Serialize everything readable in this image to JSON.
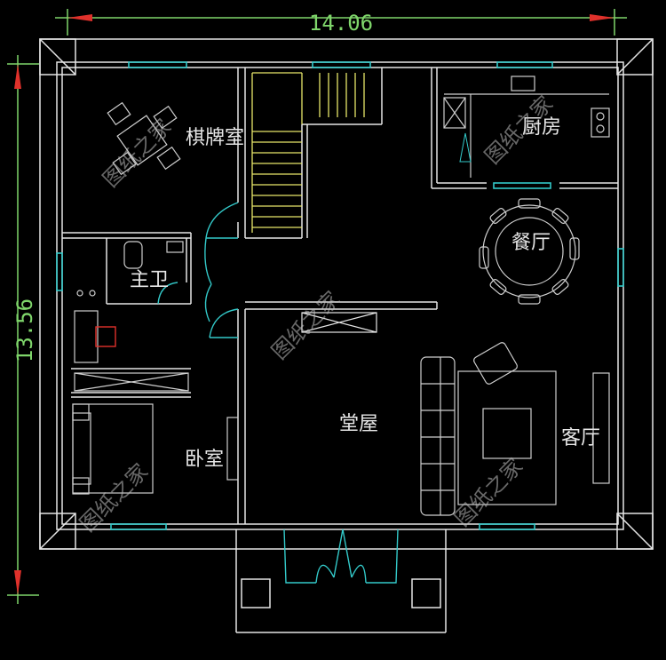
{
  "dimensions": {
    "width_label": "14.06",
    "height_label": "13.56"
  },
  "rooms": {
    "mahjong_room": "棋牌室",
    "kitchen": "厨房",
    "dining": "餐厅",
    "master_bath": "主卫",
    "hall": "堂屋",
    "bedroom": "卧室",
    "living_room": "客厅"
  },
  "watermark": "图纸之家",
  "colors": {
    "background": "#000000",
    "wall": "#e6e6e6",
    "dimension": "#7fd66b",
    "dimension_arrow": "#e0312b",
    "window": "#33c9c9",
    "stairs": "#e8e66a",
    "furniture": "#cfcfcf"
  }
}
